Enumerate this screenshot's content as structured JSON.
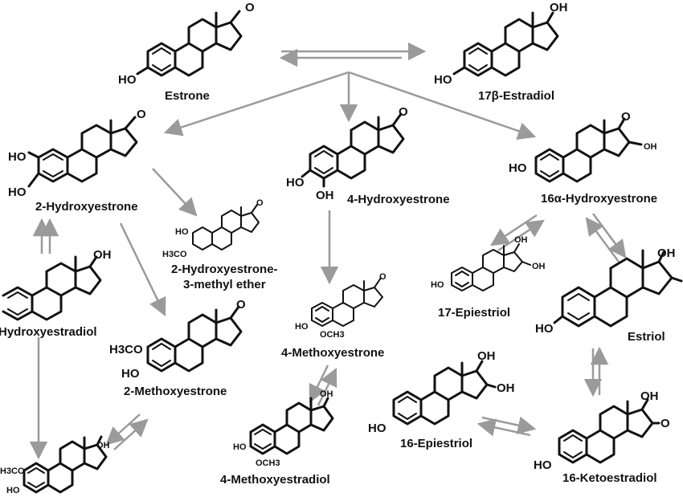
{
  "compounds": {
    "estrone": {
      "name": "Estrone",
      "groups": [
        "HO",
        "O"
      ]
    },
    "estradiol": {
      "name": "17β-Estradiol",
      "groups": [
        "HO",
        "OH"
      ]
    },
    "oh2_estrone": {
      "name": "2-Hydroxyestrone",
      "groups": [
        "HO",
        "HO",
        "O"
      ]
    },
    "oh4_estrone": {
      "name": "4-Hydroxyestrone",
      "groups": [
        "HO",
        "OH",
        "O"
      ]
    },
    "oh16a_estrone": {
      "name": "16α-Hydroxyestrone",
      "groups": [
        "HO",
        "O",
        "OH"
      ]
    },
    "oh2_me_ether": {
      "name_line1": "2-Hydroxyestrone-",
      "name_line2": "3-methyl ether",
      "groups": [
        "HO",
        "H3CO",
        "O"
      ]
    },
    "oh2_estradiol": {
      "name": "Hydroxyestradiol",
      "groups": [
        "OH"
      ]
    },
    "epiestriol17": {
      "name": "17-Epiestriol",
      "groups": [
        "HO",
        "OH",
        "OH"
      ]
    },
    "estriol": {
      "name": "Estriol",
      "groups": [
        "HO",
        "OH"
      ]
    },
    "meo4_estrone": {
      "name": "4-Methoxyestrone",
      "groups": [
        "HO",
        "OCH3",
        "O"
      ]
    },
    "meo2_estrone": {
      "name": "2-Methoxyestrone",
      "groups": [
        "H3CO",
        "HO",
        "O"
      ]
    },
    "epiestriol16": {
      "name": "16-Epiestriol",
      "groups": [
        "HO",
        "OH",
        "OH"
      ]
    },
    "keto16_estradiol": {
      "name": "16-Ketoestradiol",
      "groups": [
        "HO",
        "OH",
        "O"
      ]
    },
    "meo4_estradiol": {
      "name": "4-Methoxyestradiol",
      "groups": [
        "HO",
        "OCH3",
        "OH"
      ]
    },
    "meo2_estradiol": {
      "name": "",
      "groups": [
        "H3CO",
        "HO",
        "OH"
      ]
    }
  }
}
